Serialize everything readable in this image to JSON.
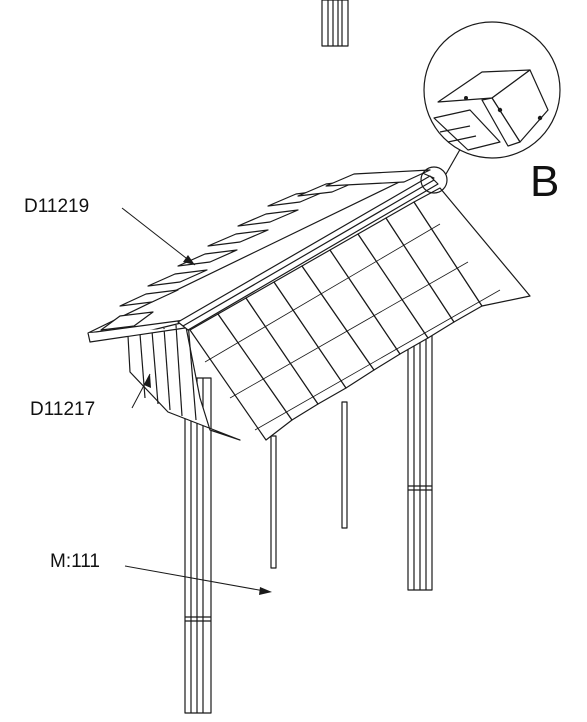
{
  "labels": {
    "part_roof_board": "D11219",
    "part_gable_board": "D11217",
    "part_post": "M:111",
    "detail_callout": "B"
  },
  "colors": {
    "line": "#1a1a1a",
    "fill": "#ffffff",
    "shade": "#e8e8e8"
  }
}
